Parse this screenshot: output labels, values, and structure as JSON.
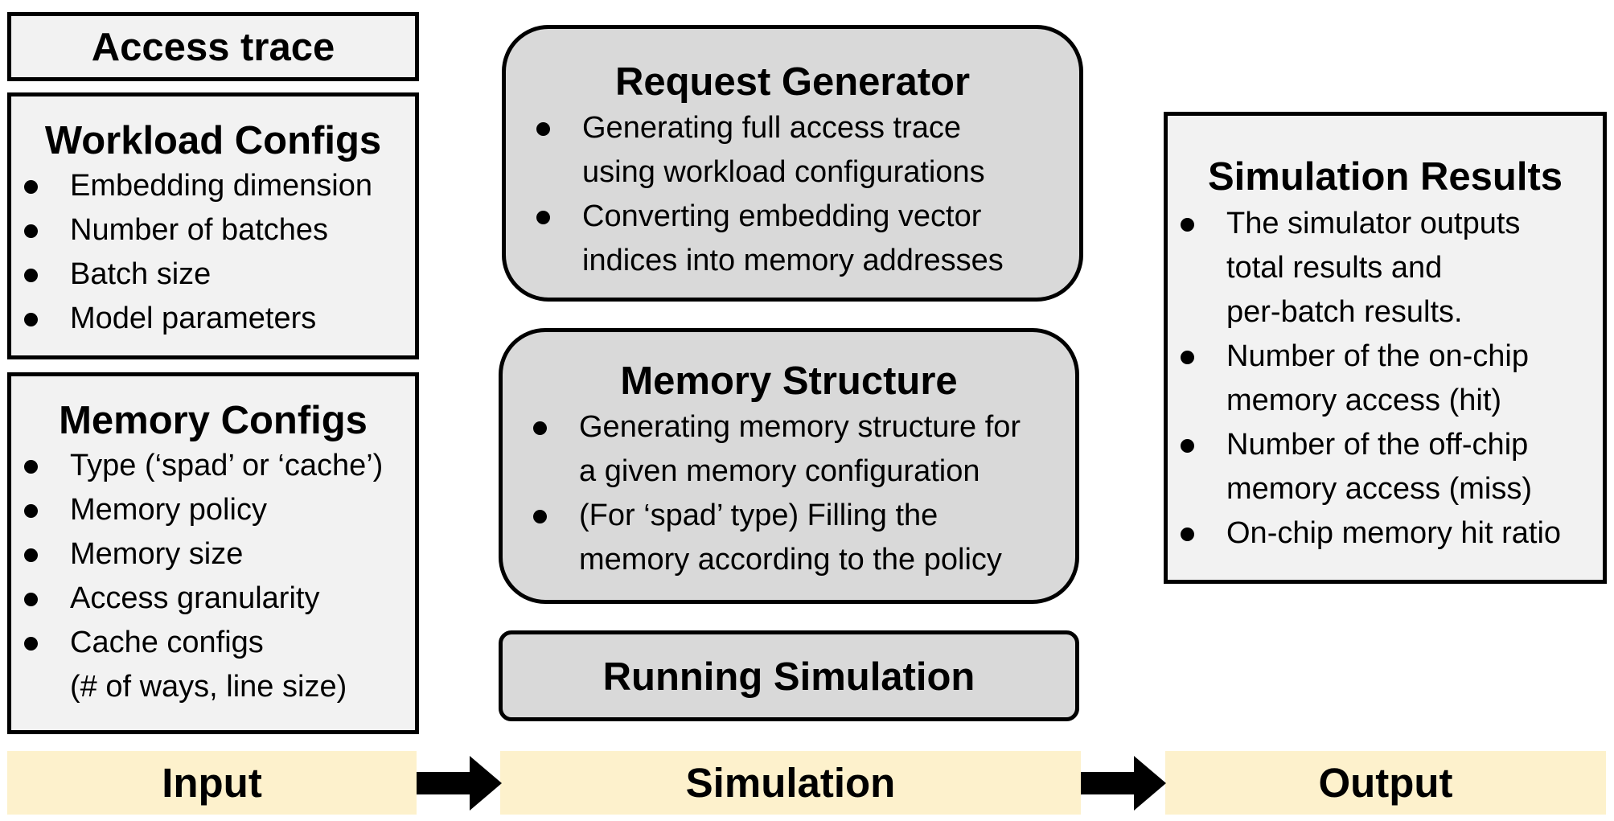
{
  "input": {
    "access_trace_title": "Access trace",
    "workload": {
      "title": "Workload Configs",
      "items": [
        "Embedding dimension",
        "Number of batches",
        "Batch size",
        "Model parameters"
      ]
    },
    "memory": {
      "title": "Memory Configs",
      "items": [
        "Type (‘spad’ or ‘cache’)",
        "Memory policy",
        "Memory size",
        "Access granularity"
      ],
      "cache_line1": "Cache configs",
      "cache_line2": "(# of ways, line size)"
    }
  },
  "simulation": {
    "request_generator": {
      "title": "Request Generator",
      "b1_line1": "Generating full access trace",
      "b1_line2": "using workload configurations",
      "b2_line1": "Converting embedding vector",
      "b2_line2": "indices into memory addresses"
    },
    "memory_structure": {
      "title": "Memory Structure",
      "b1_line1": "Generating memory structure for",
      "b1_line2": "a given memory configuration",
      "b2_line1": "(For ‘spad’ type) Filling the",
      "b2_line2": "memory according to the policy"
    },
    "running_title": "Running Simulation"
  },
  "output": {
    "title": "Simulation Results",
    "b1_line1": "The simulator outputs",
    "b1_line2": "total results and",
    "b1_line3": "per-batch results.",
    "b2_line1": "Number of the on-chip",
    "b2_line2": "memory access (hit)",
    "b3_line1": "Number of the off-chip",
    "b3_line2": "memory access (miss)",
    "b4": "On-chip memory hit ratio"
  },
  "stages": {
    "input": "Input",
    "simulation": "Simulation",
    "output": "Output"
  }
}
